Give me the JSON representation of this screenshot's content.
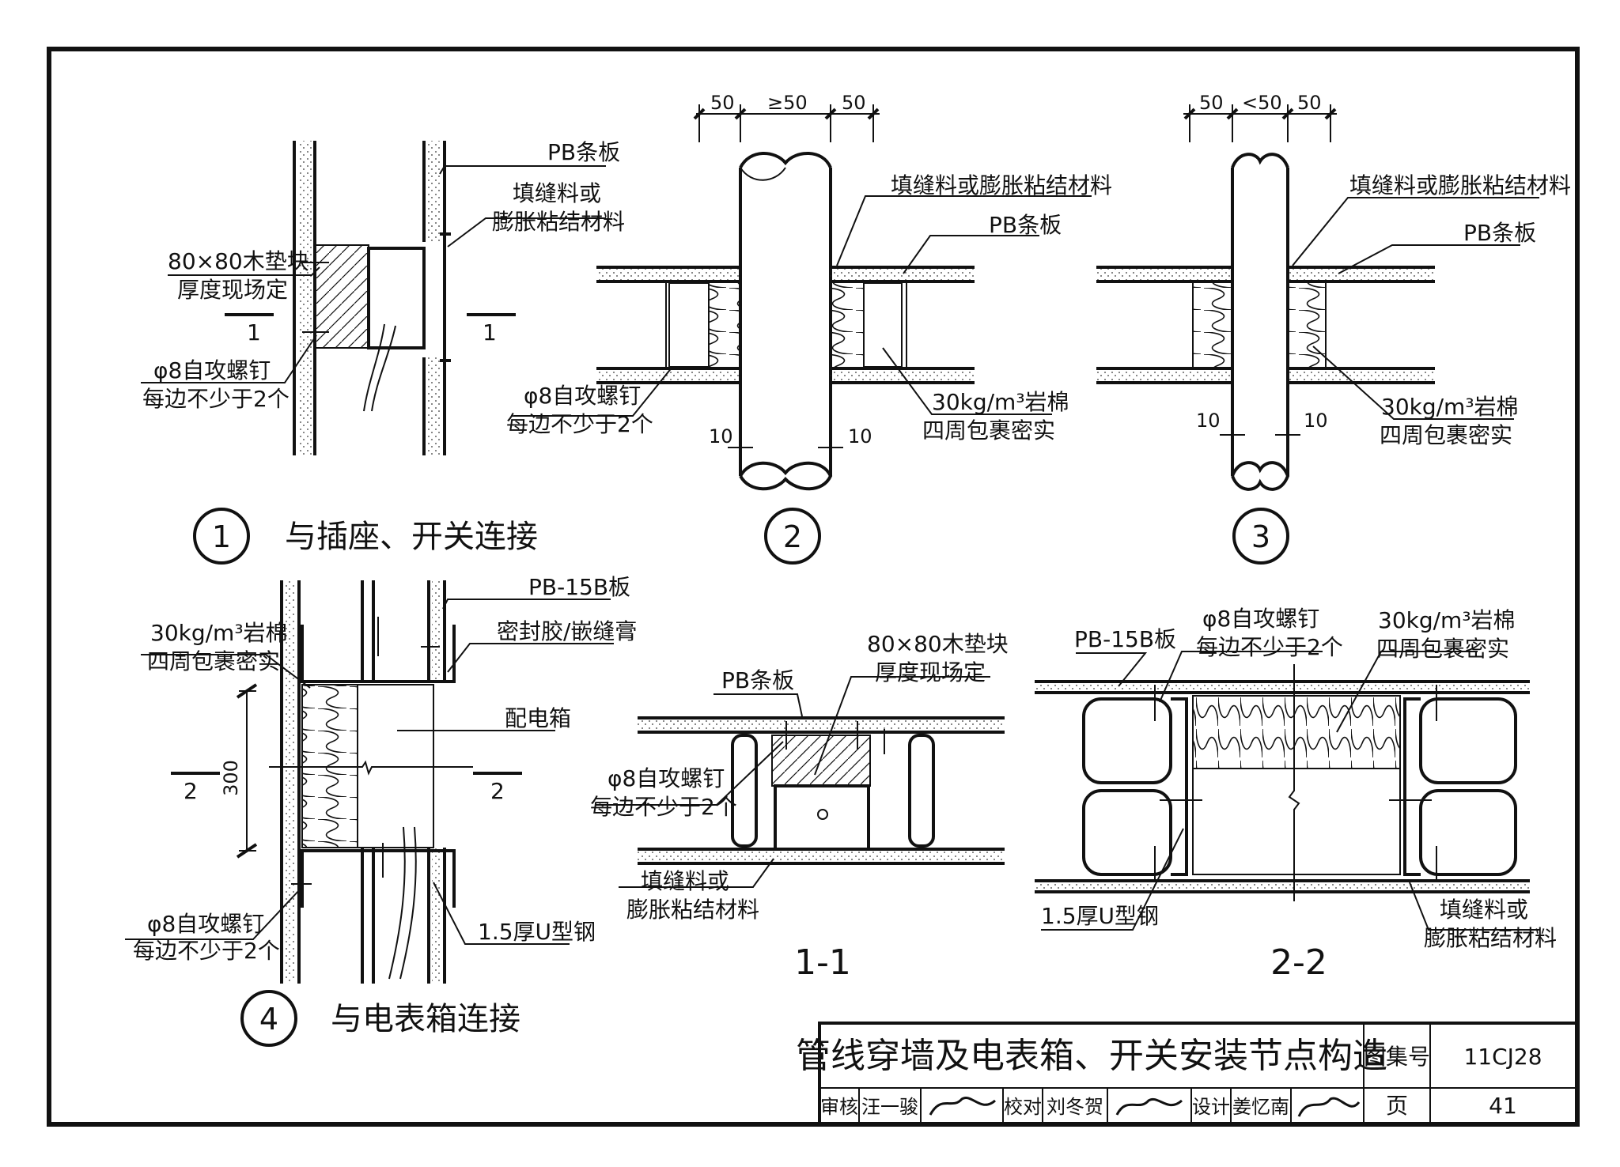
{
  "detail1": {
    "num": "1",
    "title": "与插座、开关连接",
    "label_pb": "PB条板",
    "label_fill_1": "填缝料或",
    "label_fill_2": "膨胀粘结材料",
    "label_wood_1": "80×80木垫块",
    "label_wood_2": "厚度现场定",
    "label_screw_1": "φ8自攻螺钉",
    "label_screw_2": "每边不少于2个",
    "section_left": "1",
    "section_right": "1"
  },
  "detail2": {
    "num": "2",
    "dims": [
      "50",
      "≥50",
      "50"
    ],
    "label_fill": "填缝料或膨胀粘结材料",
    "label_pb": "PB条板",
    "label_screw_1": "φ8自攻螺钉",
    "label_screw_2": "每边不少于2个",
    "label_wool_1": "30kg/m³岩棉",
    "label_wool_2": "四周包裹密实",
    "gap_left": "10",
    "gap_right": "10"
  },
  "detail3": {
    "num": "3",
    "dims": [
      "50",
      "<50",
      "50"
    ],
    "label_fill": "填缝料或膨胀粘结材料",
    "label_pb": "PB条板",
    "label_wool_1": "30kg/m³岩棉",
    "label_wool_2": "四周包裹密实",
    "gap_left": "10",
    "gap_right": "10"
  },
  "detail4": {
    "num": "4",
    "title": "与电表箱连接",
    "label_pb15": "PB-15B板",
    "label_seal": "密封胶/嵌缝膏",
    "label_box": "配电箱",
    "label_wool_1": "30kg/m³岩棉",
    "label_wool_2": "四周包裹密实",
    "dim_300": "300",
    "section_left": "2",
    "section_right": "2",
    "label_screw_1": "φ8自攻螺钉",
    "label_screw_2": "每边不少于2个",
    "label_ushape": "1.5厚U型钢"
  },
  "section11": {
    "title": "1-1",
    "label_pb": "PB条板",
    "label_wood_1": "80×80木垫块",
    "label_wood_2": "厚度现场定",
    "label_screw_1": "φ8自攻螺钉",
    "label_screw_2": "每边不少于2个",
    "label_fill_1": "填缝料或",
    "label_fill_2": "膨胀粘结材料"
  },
  "section22": {
    "title": "2-2",
    "label_pb15": "PB-15B板",
    "label_screw_1": "φ8自攻螺钉",
    "label_screw_2": "每边不少于2个",
    "label_wool_1": "30kg/m³岩棉",
    "label_wool_2": "四周包裹密实",
    "label_ushape": "1.5厚U型钢",
    "label_fill_1": "填缝料或",
    "label_fill_2": "膨胀粘结材料"
  },
  "titleblock": {
    "title": "管线穿墙及电表箱、开关安装节点构造",
    "atlas_label": "图集号",
    "atlas_value": "11CJ28",
    "review_label": "审核",
    "review_name": "汪一骏",
    "check_label": "校对",
    "check_name": "刘冬贺",
    "design_label": "设计",
    "design_name": "姜忆南",
    "page_label": "页",
    "page_value": "41"
  }
}
